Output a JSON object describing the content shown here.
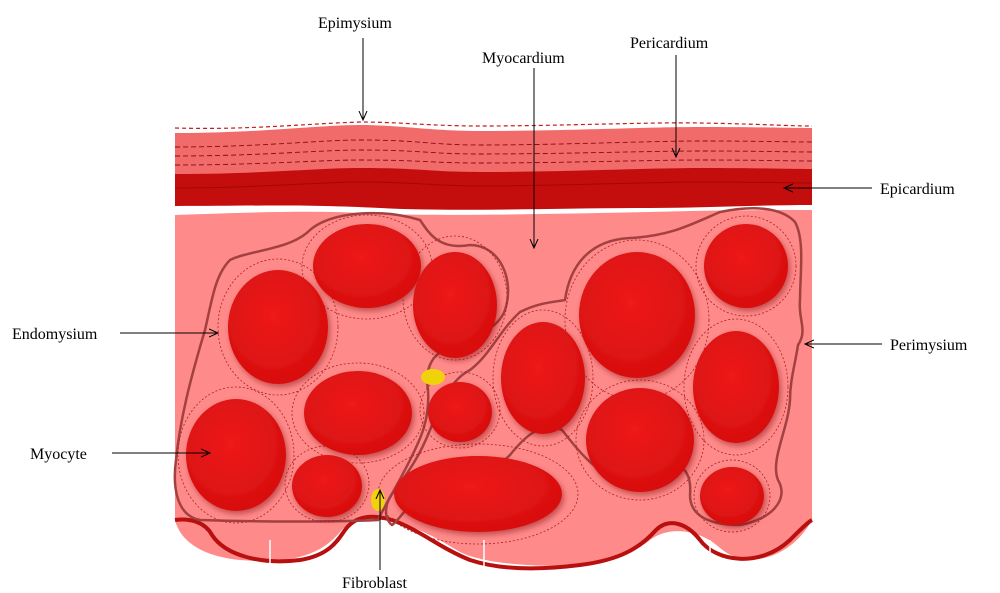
{
  "labels": {
    "epimysium": "Epimysium",
    "pericardium": "Pericardium",
    "myocardium": "Myocardium",
    "epicardium": "Epicardium",
    "endomysium": "Endomysium",
    "perimysium": "Perimysium",
    "myocyte": "Myocyte",
    "fibroblast": "Fibroblast"
  },
  "colors": {
    "pericardium_light": "#f26b6b",
    "epicardium_dark": "#c40d0d",
    "myocardium_bg": "#ff8a8a",
    "myocyte_fill": "#e81414",
    "fascicle_outline": "#a34040",
    "fibroblast": "#f0d20a",
    "bottom_membrane": "#b80f0f"
  }
}
